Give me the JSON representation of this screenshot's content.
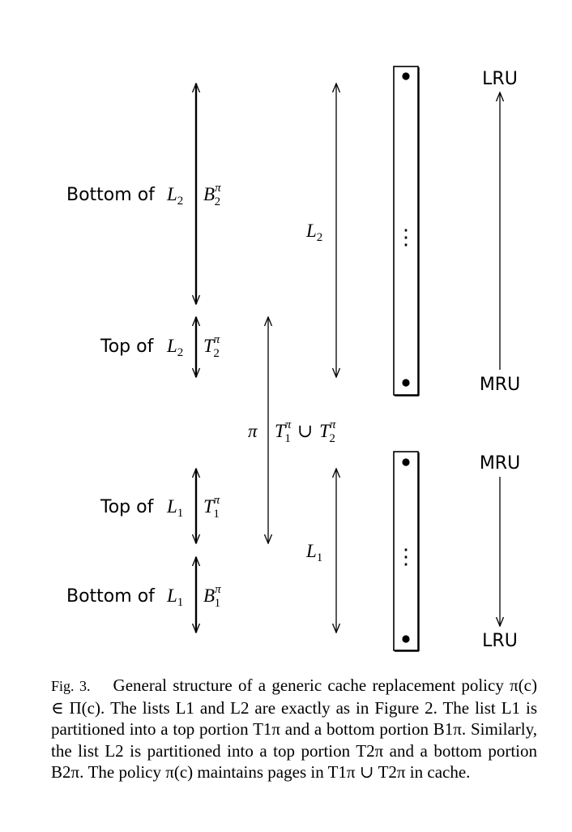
{
  "labels": {
    "bottom_l2": "Bottom of",
    "top_l2": "Top of",
    "top_l1": "Top of",
    "bottom_l1": "Bottom of",
    "lru": "LRU",
    "mru": "MRU",
    "vdots": "⋮"
  },
  "math": {
    "L": "L",
    "B": "B",
    "T": "T",
    "pi": "π",
    "one": "1",
    "two": "2",
    "cup": "∪"
  },
  "caption": {
    "fig_label": "Fig. 3.",
    "text": "General structure of a generic cache replacement policy π(c) ∈ Π(c). The lists L1 and L2 are exactly as in Figure 2. The list L1 is partitioned into a top portion T1π and a bottom portion B1π. Similarly, the list L2 is partitioned into a top portion T2π and a bottom portion B2π. The policy π(c) maintains pages in T1π ∪ T2π in cache."
  }
}
